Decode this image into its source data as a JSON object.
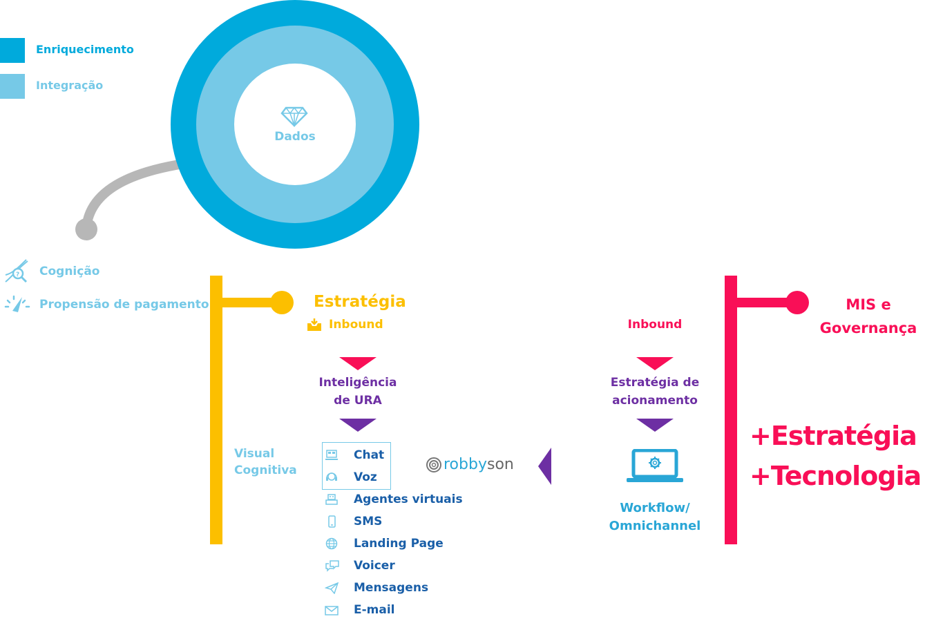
{
  "colors": {
    "enrichment": "#00aadc",
    "integration": "#76c9e7",
    "grey": "#b7b7b7",
    "yellow": "#fcbf00",
    "pink": "#f90f57",
    "purple": "#6d2fa3",
    "navy": "#1a5fa8",
    "cyan": "#29a6d6"
  },
  "legend": [
    {
      "label": "Enriquecimento",
      "icon": "square-swatch"
    },
    {
      "label": "Integração",
      "icon": "square-swatch"
    }
  ],
  "core": {
    "label": "Dados",
    "icon": "diamond-icon"
  },
  "cognition": [
    {
      "label": "Cognição",
      "icon": "dna-magnifier-icon"
    },
    {
      "label": "Propensão de pagamento",
      "icon": "gauge-icon"
    }
  ],
  "strategy": {
    "title": "Estratégia",
    "inbound_label": "Inbound",
    "inbound_icon": "inbox-icon",
    "ura_label_line1": "Inteligência",
    "ura_label_line2": "de URA",
    "visual_line1": "Visual",
    "visual_line2": "Cognitiva",
    "channels": [
      {
        "label": "Chat",
        "icon": "laptop-chat-icon",
        "boxed": true
      },
      {
        "label": "Voz",
        "icon": "headset-icon",
        "boxed": true
      },
      {
        "label": "Agentes virtuais",
        "icon": "robot-agent-icon",
        "boxed": false
      },
      {
        "label": "SMS",
        "icon": "smartphone-icon",
        "boxed": false
      },
      {
        "label": "Landing Page",
        "icon": "globe-icon",
        "boxed": false
      },
      {
        "label": "Voicer",
        "icon": "speech-bubbles-icon",
        "boxed": false
      },
      {
        "label": "Mensagens",
        "icon": "paper-plane-icon",
        "boxed": false
      },
      {
        "label": "E-mail",
        "icon": "envelope-icon",
        "boxed": false
      }
    ]
  },
  "brand": {
    "part1": "robby",
    "part2": "son"
  },
  "workflow": {
    "inbound_label": "Inbound",
    "acion_line1": "Estratégia de",
    "acion_line2": "acionamento",
    "wf_line1": "Workflow/",
    "wf_line2": "Omnichannel",
    "icon": "laptop-gear-icon"
  },
  "mis": {
    "title_line1": "MIS e",
    "title_line2": "Governança",
    "tagline1": "+Estratégia",
    "tagline2": "+Tecnologia"
  }
}
